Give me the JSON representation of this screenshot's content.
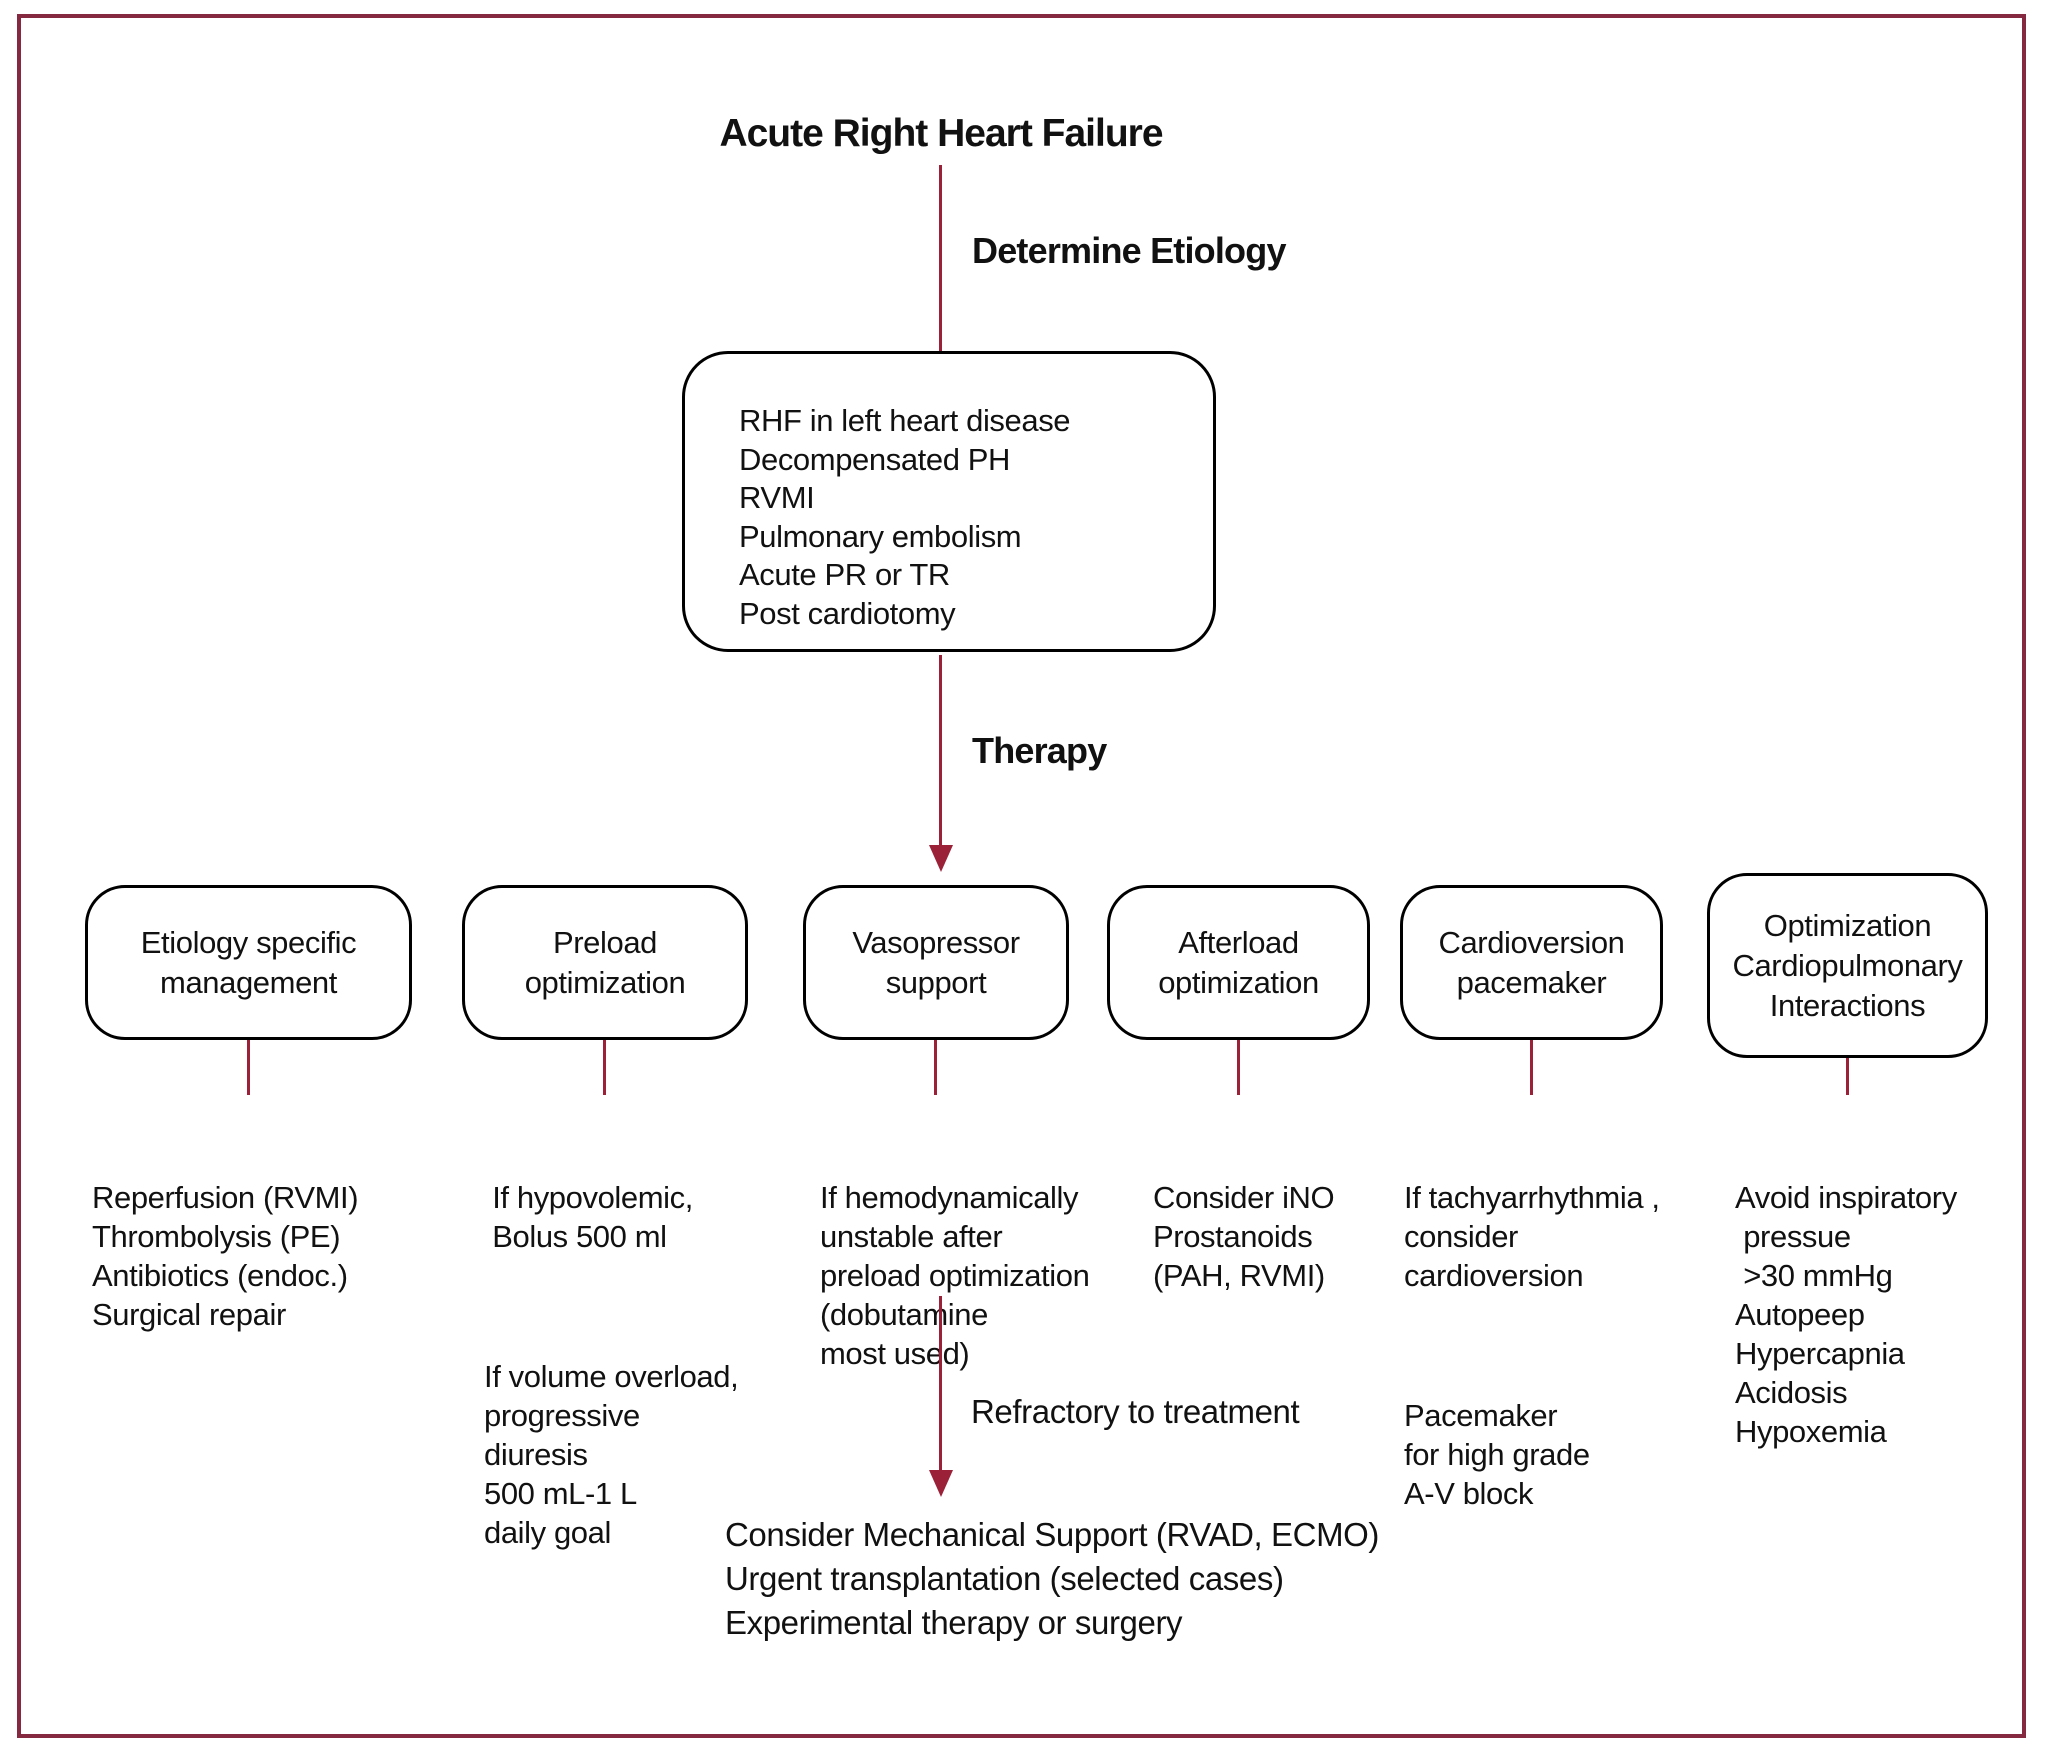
{
  "colors": {
    "border": "#84293f",
    "connector": "#9b2139",
    "text": "#111111",
    "background": "#ffffff"
  },
  "title": "Acute Right Heart Failure",
  "flow_labels": {
    "determine_etiology": "Determine Etiology",
    "therapy": "Therapy",
    "refractory": "Refractory to treatment"
  },
  "etiology_box": {
    "lines": [
      "RHF in left heart disease",
      "Decompensated PH",
      "RVMI",
      "Pulmonary embolism",
      "Acute PR or TR",
      "Post cardiotomy"
    ]
  },
  "therapy_branches": [
    {
      "box_lines": [
        "Etiology specific",
        "management"
      ],
      "notes": [
        [
          "Reperfusion (RVMI)",
          "Thrombolysis (PE)",
          "Antibiotics (endoc.)",
          "Surgical repair"
        ]
      ]
    },
    {
      "box_lines": [
        "Preload",
        "optimization"
      ],
      "notes": [
        [
          " If hypovolemic,",
          " Bolus 500 ml"
        ],
        [
          "If volume overload,",
          "progressive",
          "diuresis",
          "500 mL-1 L",
          "daily goal"
        ]
      ]
    },
    {
      "box_lines": [
        "Vasopressor",
        "support"
      ],
      "notes": [
        [
          "If hemodynamically",
          "unstable after",
          "preload optimization",
          "(dobutamine",
          "most used)"
        ]
      ]
    },
    {
      "box_lines": [
        "Afterload",
        "optimization"
      ],
      "notes": [
        [
          "Consider iNO",
          "Prostanoids",
          "(PAH, RVMI)"
        ]
      ]
    },
    {
      "box_lines": [
        "Cardioversion",
        "pacemaker"
      ],
      "notes": [
        [
          "If tachyarrhythmia ,",
          "consider",
          "cardioversion"
        ],
        [
          "Pacemaker",
          "for high grade",
          "A-V block"
        ]
      ]
    },
    {
      "box_lines": [
        "Optimization",
        "Cardiopulmonary",
        "Interactions"
      ],
      "notes": [
        [
          "Avoid inspiratory",
          " pressue",
          " >30 mmHg",
          "Autopeep",
          "Hypercapnia",
          "Acidosis",
          "Hypoxemia"
        ]
      ]
    }
  ],
  "refractory_outcome": {
    "lines": [
      "Consider Mechanical Support (RVAD, ECMO)",
      "Urgent transplantation (selected cases)",
      "Experimental therapy or surgery"
    ]
  }
}
